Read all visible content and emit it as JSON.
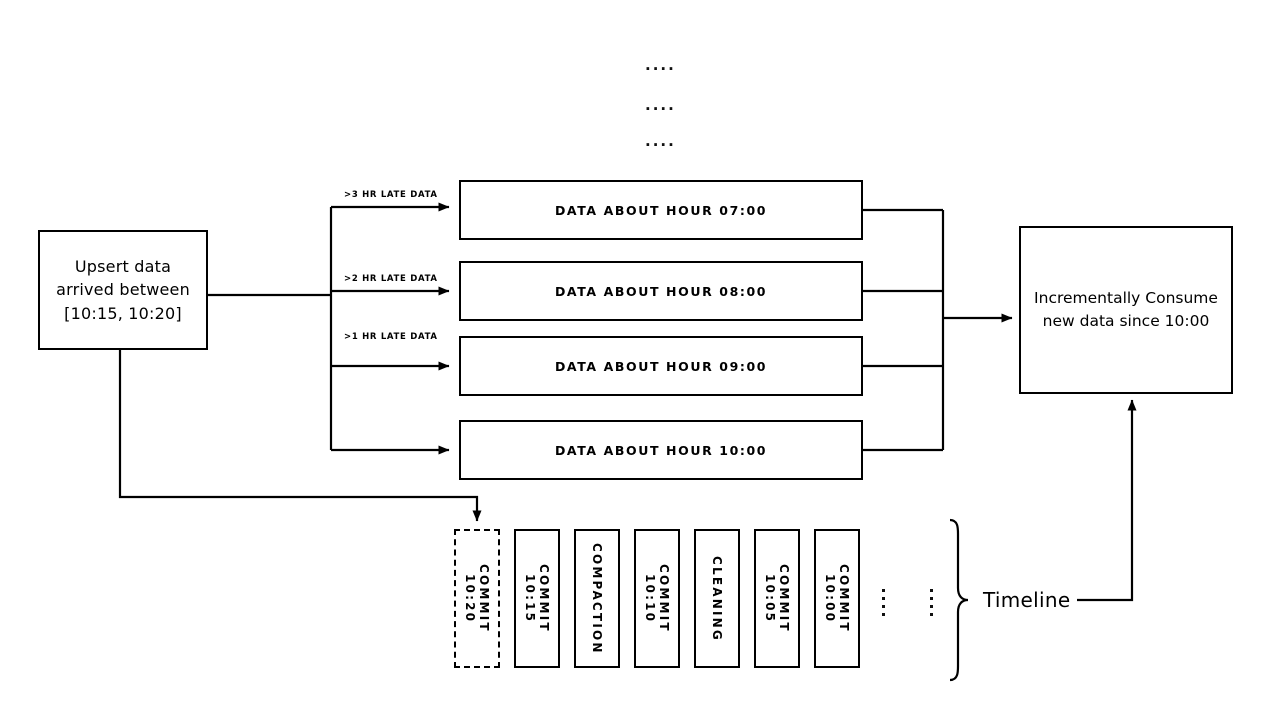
{
  "diagram": {
    "title": "Hudi incremental consumption timeline diagram",
    "stroke_color": "#000000",
    "background_color": "#ffffff"
  },
  "source": {
    "name": "upsert-data-box",
    "lines": [
      "Upsert data",
      "arrived between",
      "[10:15, 10:20]"
    ]
  },
  "edge_labels": [
    {
      "id": "late-3hr",
      "text": ">3 HR LATE DATA"
    },
    {
      "id": "late-2hr",
      "text": ">2 HR LATE DATA"
    },
    {
      "id": "late-1hr",
      "text": ">1 HR LATE DATA"
    }
  ],
  "hour_partitions": [
    {
      "id": "hour-07",
      "label": "DATA ABOUT HOUR 07:00"
    },
    {
      "id": "hour-08",
      "label": "DATA ABOUT HOUR 08:00"
    },
    {
      "id": "hour-09",
      "label": "DATA ABOUT HOUR 09:00"
    },
    {
      "id": "hour-10",
      "label": "DATA ABOUT HOUR 10:00"
    }
  ],
  "ellipsis_rows": [
    "....",
    "....",
    "...."
  ],
  "sink": {
    "name": "incremental-consume-box",
    "lines": [
      "Incrementally Consume",
      "new data since 10:00"
    ]
  },
  "timeline": {
    "label": "Timeline",
    "commits": [
      {
        "id": "commit-1020",
        "label": "COMMIT 10:20",
        "style": "dashed"
      },
      {
        "id": "commit-1015",
        "label": "COMMIT 10:15",
        "style": "solid"
      },
      {
        "id": "compaction",
        "label": "COMPACTION",
        "style": "solid"
      },
      {
        "id": "commit-1010",
        "label": "COMMIT 10:10",
        "style": "solid"
      },
      {
        "id": "cleaning",
        "label": "CLEANING",
        "style": "solid"
      },
      {
        "id": "commit-1005",
        "label": "COMMIT 10:05",
        "style": "solid"
      },
      {
        "id": "commit-1000",
        "label": "COMMIT 10:00",
        "style": "solid"
      }
    ],
    "continuation_marks": [
      "vertical-dots",
      "vertical-dots"
    ]
  }
}
